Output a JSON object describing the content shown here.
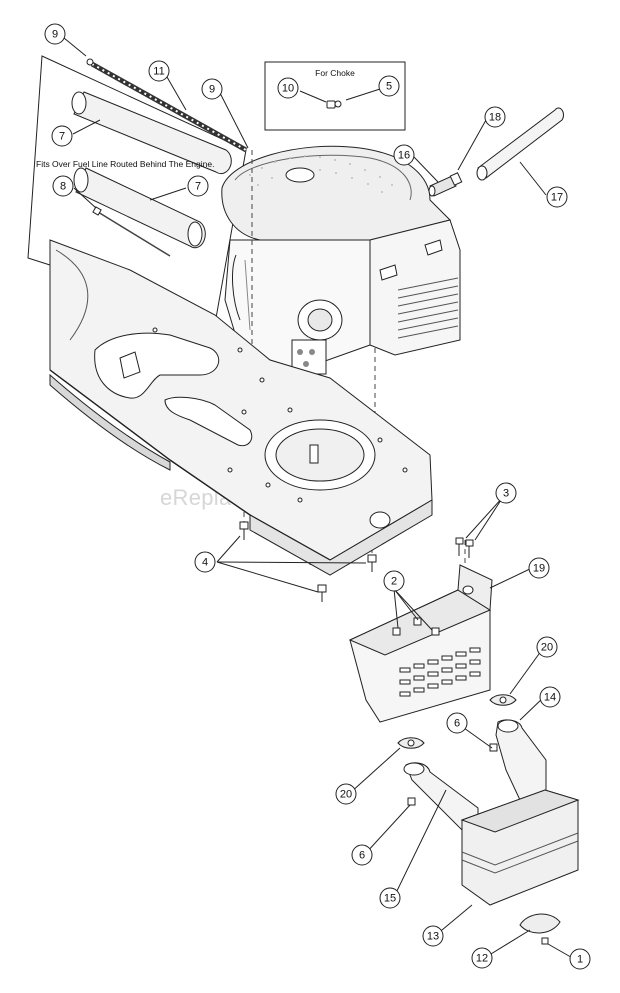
{
  "watermark": "eReplacementParts.com",
  "notes": {
    "choke_box": "For Choke",
    "fuel_line": "Fits Over Fuel Line Routed Behind The Engine."
  },
  "callouts": [
    {
      "id": "c9a",
      "label": "9"
    },
    {
      "id": "c11",
      "label": "11"
    },
    {
      "id": "c9b",
      "label": "9"
    },
    {
      "id": "c10",
      "label": "10"
    },
    {
      "id": "c5",
      "label": "5"
    },
    {
      "id": "c18",
      "label": "18"
    },
    {
      "id": "c16",
      "label": "16"
    },
    {
      "id": "c17",
      "label": "17"
    },
    {
      "id": "c7a",
      "label": "7"
    },
    {
      "id": "c8",
      "label": "8"
    },
    {
      "id": "c7b",
      "label": "7"
    },
    {
      "id": "c3",
      "label": "3"
    },
    {
      "id": "c4",
      "label": "4"
    },
    {
      "id": "c2",
      "label": "2"
    },
    {
      "id": "c19",
      "label": "19"
    },
    {
      "id": "c20a",
      "label": "20"
    },
    {
      "id": "c14",
      "label": "14"
    },
    {
      "id": "c6a",
      "label": "6"
    },
    {
      "id": "c20b",
      "label": "20"
    },
    {
      "id": "c6b",
      "label": "6"
    },
    {
      "id": "c15",
      "label": "15"
    },
    {
      "id": "c13",
      "label": "13"
    },
    {
      "id": "c12",
      "label": "12"
    },
    {
      "id": "c1",
      "label": "1"
    }
  ]
}
